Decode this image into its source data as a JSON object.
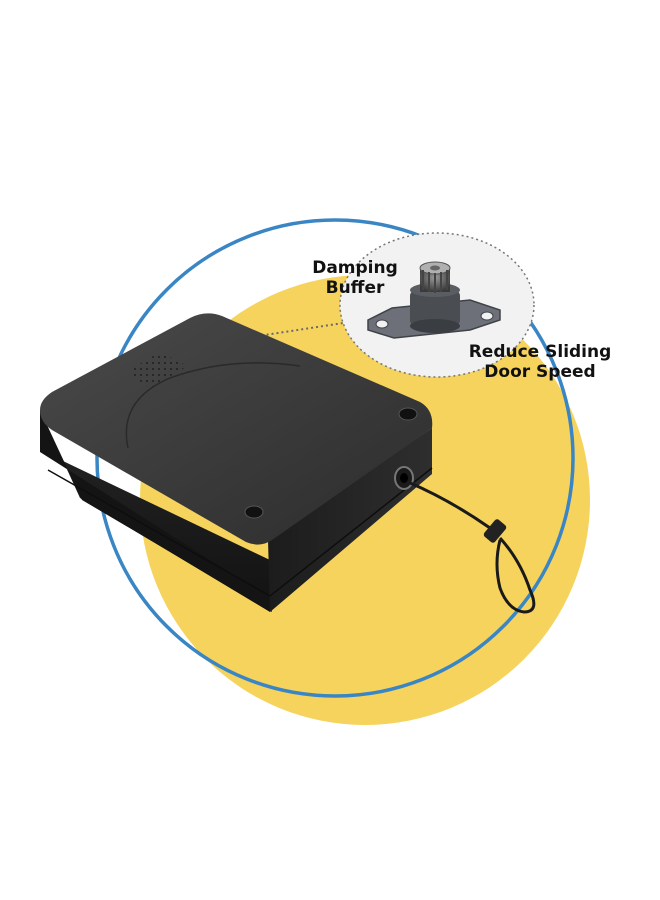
{
  "labels": {
    "damping_line1": "Damping",
    "damping_line2": "Buffer",
    "reduce_line1": "Reduce Sliding",
    "reduce_line2": "Door Speed"
  },
  "colors": {
    "background": "#ffffff",
    "sun_circle": "#f6d35c",
    "ring": "#3a86c4",
    "device_body": "#2a2a2a",
    "device_top": "#3a3a3a",
    "cable": "#1a1a1a",
    "callout_border": "#777777"
  },
  "icons": {
    "device": "retractable-door-closer",
    "gear": "damping-gear"
  }
}
